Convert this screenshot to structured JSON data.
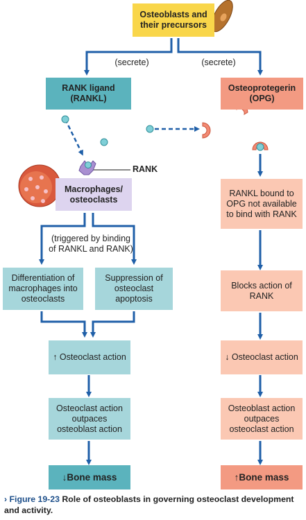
{
  "nodes": {
    "osteoblasts": "Osteoblasts and their precursors",
    "rankl": "RANK ligand (RANKL)",
    "opg": "Osteoprotegerin (OPG)",
    "rank_label": "RANK",
    "macrophages": "Macrophages/ osteoclasts",
    "rankl_bound": "RANKL bound to OPG not available to bind with RANK",
    "differentiation": "Differentiation of macrophages into osteoclasts",
    "suppression": "Suppression of osteoclast apoptosis",
    "blocks_action": "Blocks action of RANK",
    "osteoclast_up": "↑ Osteoclast action",
    "osteoclast_down": "↓ Osteoclast action",
    "outpaces_left": "Osteoclast action outpaces osteoblast action",
    "outpaces_right": "Osteoblast action outpaces osteoclast action",
    "bone_down": "↓Bone mass",
    "bone_up": "↑Bone mass"
  },
  "labels": {
    "secrete_left": "(secrete)",
    "secrete_right": "(secrete)",
    "triggered": "(triggered by binding of RANKL and RANK)"
  },
  "caption": {
    "figure": "› Figure 19-23",
    "text": "Role of osteoblasts in governing osteoclast development and activity."
  },
  "colors": {
    "arrow": "#1f5fa8",
    "yellow": "#f9d64a",
    "teal_dark": "#5bb3bd",
    "teal_light": "#a6d6db",
    "salmon_dark": "#f39a82",
    "salmon_light": "#fbc8b3",
    "lavender": "#ddd4ef"
  }
}
